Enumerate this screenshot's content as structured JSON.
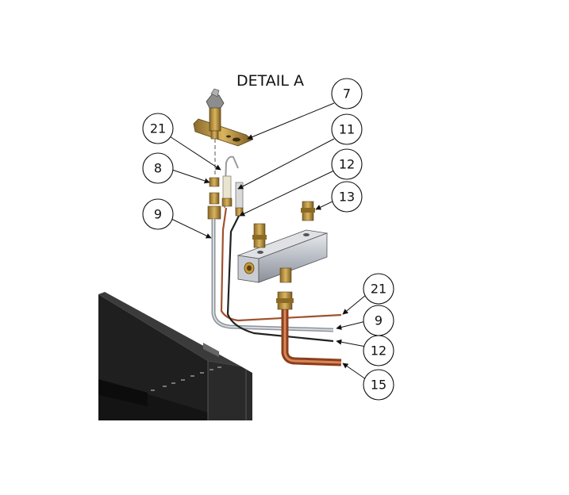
{
  "title": "DETAIL A",
  "callouts": {
    "c7": "7",
    "c21a": "21",
    "c11": "11",
    "c8": "8",
    "c12a": "12",
    "c13": "13",
    "c9a": "9",
    "c21b": "21",
    "c9b": "9",
    "c12b": "12",
    "c15": "15"
  }
}
